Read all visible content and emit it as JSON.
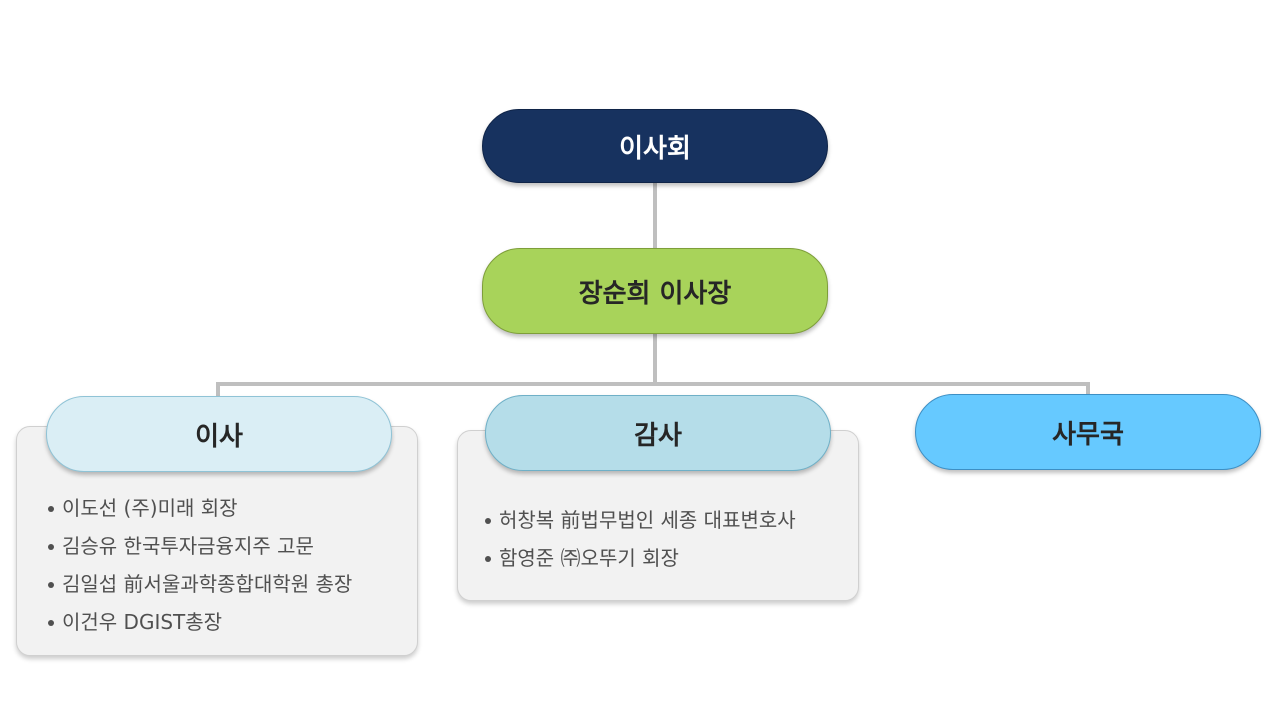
{
  "board": {
    "label": "이사회",
    "color": "#17325f"
  },
  "chairman": {
    "label": "장순희 이사장",
    "color": "#a8d35a"
  },
  "directors": {
    "label": "이사",
    "color": "#daeef5",
    "members": [
      "이도선 (주)미래 회장",
      "김승유 한국투자금융지주 고문",
      "김일섭 前서울과학종합대학원 총장",
      "이건우 DGIST총장"
    ]
  },
  "auditors": {
    "label": "감사",
    "color": "#b5dde9",
    "members": [
      "허창복 前법무법인 세종 대표변호사",
      "함영준 ㈜오뚜기 회장"
    ]
  },
  "secretariat": {
    "label": "사무국",
    "color": "#66c9ff"
  }
}
